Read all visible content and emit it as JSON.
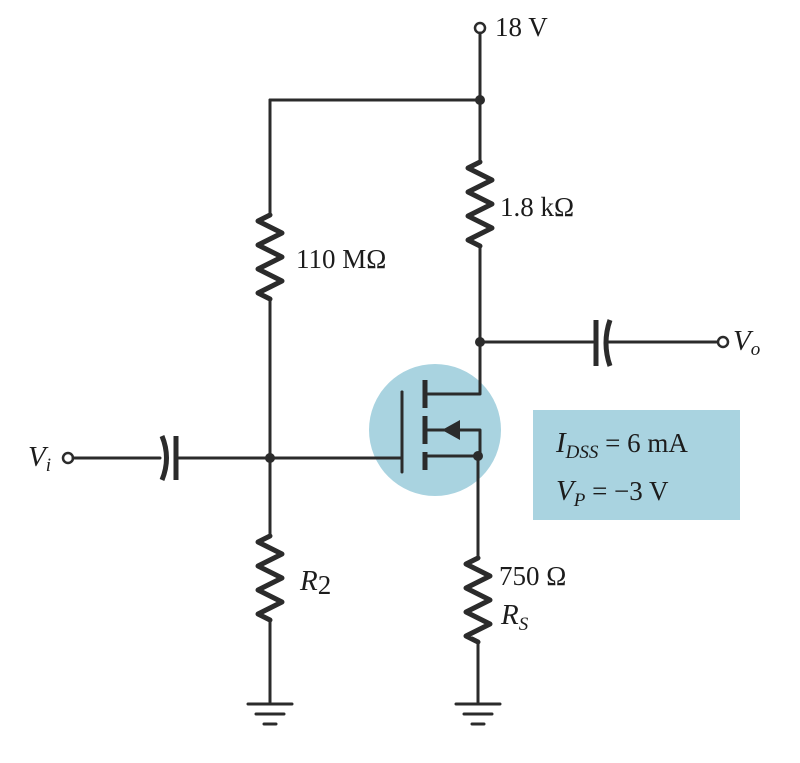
{
  "colors": {
    "wire": "#2b2b2b",
    "highlight": "#a9d3e0",
    "spec_box": "#a9d3e0"
  },
  "supply": {
    "label": "18 V"
  },
  "resistors": {
    "drain": {
      "value": "1.8 kΩ"
    },
    "gate_top": {
      "value": "110 MΩ"
    },
    "gate_bottom": {
      "name_main": "R",
      "name_sub": "2"
    },
    "source": {
      "value": "750 Ω",
      "name_main": "R",
      "name_sub": "S"
    }
  },
  "signals": {
    "input": {
      "main": "V",
      "sub": "i"
    },
    "output": {
      "main": "V",
      "sub": "o"
    }
  },
  "specs": {
    "idss": {
      "symbol": "I",
      "sub": "DSS",
      "value": " = 6 mA"
    },
    "vp": {
      "symbol": "V",
      "sub": "P",
      "value": " = −3 V"
    }
  }
}
